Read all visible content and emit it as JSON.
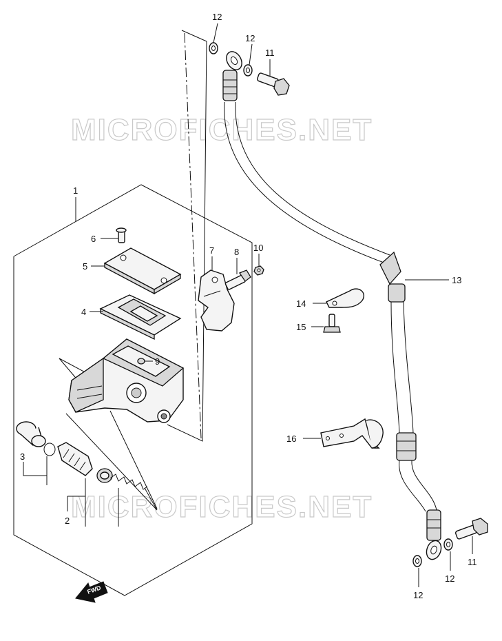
{
  "watermark_text": "MICROFICHES.NET",
  "fwd_label": "FWD",
  "callouts": {
    "c1": "1",
    "c2": "2",
    "c3": "3",
    "c4": "4",
    "c5": "5",
    "c6": "6",
    "c7": "7",
    "c8": "8",
    "c9": "9",
    "c10": "10",
    "c11_top": "11",
    "c11_bottom": "11",
    "c12_top_left": "12",
    "c12_top_right": "12",
    "c12_bottom_left": "12",
    "c12_bottom_right": "12",
    "c13": "13",
    "c14": "14",
    "c15": "15",
    "c16": "16"
  },
  "colors": {
    "ink": "#111111",
    "watermark": "#c9c9c9",
    "part_fill": "#f4f4f4"
  }
}
